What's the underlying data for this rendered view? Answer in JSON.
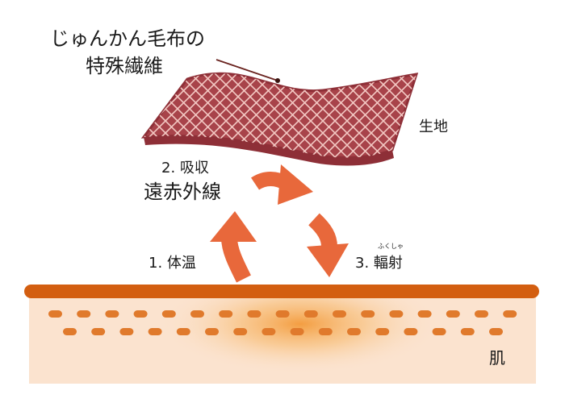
{
  "title_line1": "じゅんかん毛布の",
  "title_line2": "特殊繊維",
  "fabric_label": "生地",
  "step_absorb": "2. 吸収",
  "far_infrared": "遠赤外線",
  "step_body_heat": "1. 体温",
  "step_radiation": "3. 輻射",
  "radiation_ruby": "ふくしゃ",
  "skin_label": "肌",
  "colors": {
    "fabric_fill": "#a8434a",
    "fabric_edge": "#8e2f37",
    "fabric_grid": "#f4c9c4",
    "arrow": "#e8683b",
    "skin_surface": "#d35e10",
    "skin_fill": "#fbe3cf",
    "skin_dots": "#e07a2c",
    "heat_glow": "#f39a3a"
  }
}
